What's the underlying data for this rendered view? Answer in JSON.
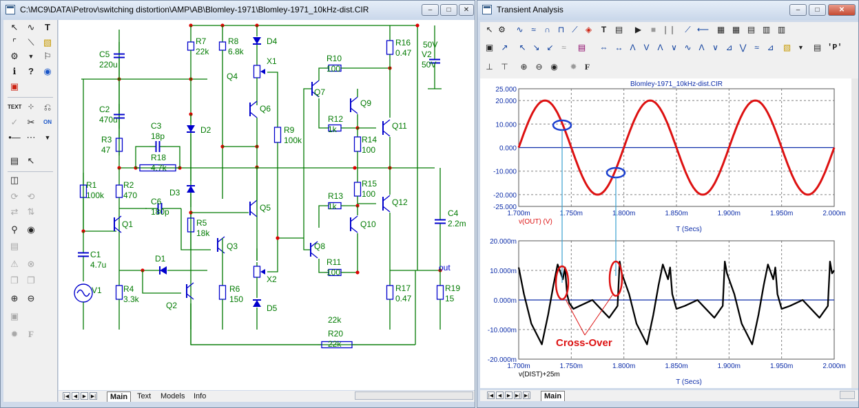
{
  "schematic_window": {
    "title": "C:\\MC9\\DATA\\Petrov\\switching distortion\\AMP\\AB\\Blomley-1971\\Blomley-1971_10kHz-dist.CIR",
    "tabs": [
      "Main",
      "Text",
      "Models",
      "Info"
    ],
    "active_tab": "Main",
    "toolbar_icons": [
      "select-arrow-icon",
      "wire-icon",
      "text-tool-icon",
      "orthogonal-wire-icon",
      "diagonal-wire-icon",
      "component-icon",
      "flag-icon",
      "info-icon",
      "help-icon",
      "help-icon",
      "node-number-icon",
      "text-toggle",
      "node-voltage-icon",
      "pin-connection-icon",
      "probe-icon",
      "cut-icon",
      "paste-icon",
      "pin-icon",
      "grid-icon",
      "add-icon",
      "find-icon",
      "zoom-in-icon",
      "zoom-out-icon",
      "font-icon"
    ]
  },
  "schematic": {
    "components": [
      {
        "ref": "C5",
        "value": "220u"
      },
      {
        "ref": "C2",
        "value": "470u"
      },
      {
        "ref": "R3",
        "value": "47"
      },
      {
        "ref": "C3",
        "value": "18p"
      },
      {
        "ref": "R18",
        "value": "4.7k"
      },
      {
        "ref": "R1",
        "value": "100k"
      },
      {
        "ref": "R2",
        "value": "470"
      },
      {
        "ref": "C6",
        "value": "180p"
      },
      {
        "ref": "C1",
        "value": "4.7u"
      },
      {
        "ref": "V1",
        "value": ""
      },
      {
        "ref": "R4",
        "value": "3.3k"
      },
      {
        "ref": "D1",
        "value": ""
      },
      {
        "ref": "Q1",
        "value": ""
      },
      {
        "ref": "Q2",
        "value": ""
      },
      {
        "ref": "R7",
        "value": "22k"
      },
      {
        "ref": "R8",
        "value": "6.8k"
      },
      {
        "ref": "D4",
        "value": ""
      },
      {
        "ref": "X1",
        "value": ""
      },
      {
        "ref": "Q4",
        "value": ""
      },
      {
        "ref": "Q6",
        "value": ""
      },
      {
        "ref": "D2",
        "value": ""
      },
      {
        "ref": "D3",
        "value": ""
      },
      {
        "ref": "R5",
        "value": "18k"
      },
      {
        "ref": "Q3",
        "value": ""
      },
      {
        "ref": "Q5",
        "value": ""
      },
      {
        "ref": "R6",
        "value": "150"
      },
      {
        "ref": "X2",
        "value": ""
      },
      {
        "ref": "D5",
        "value": ""
      },
      {
        "ref": "R9",
        "value": "100k"
      },
      {
        "ref": "R10",
        "value": "100"
      },
      {
        "ref": "Q7",
        "value": ""
      },
      {
        "ref": "Q9",
        "value": ""
      },
      {
        "ref": "R12",
        "value": "1k"
      },
      {
        "ref": "R14",
        "value": "100"
      },
      {
        "ref": "Q11",
        "value": ""
      },
      {
        "ref": "R16",
        "value": "0.47"
      },
      {
        "ref": "V2",
        "value": "50V"
      },
      {
        "ref": "R15",
        "value": "100"
      },
      {
        "ref": "R13",
        "value": "1k"
      },
      {
        "ref": "Q10",
        "value": ""
      },
      {
        "ref": "Q12",
        "value": ""
      },
      {
        "ref": "Q8",
        "value": ""
      },
      {
        "ref": "R11",
        "value": "100"
      },
      {
        "ref": "R17",
        "value": "0.47"
      },
      {
        "ref": "R19",
        "value": "15"
      },
      {
        "ref": "C4",
        "value": "2.2m"
      },
      {
        "ref": "R20",
        "value": "22k"
      }
    ],
    "net_labels": [
      "out"
    ]
  },
  "analysis_window": {
    "title": "Transient Analysis",
    "tabs": [
      "Main"
    ],
    "active_tab": "Main",
    "toolbar_letters": [
      "T",
      "F",
      "'P'"
    ],
    "plot_title": "Blomley-1971_10kHz-dist.CIR",
    "annotation": "Cross-Over",
    "colors": {
      "out_trace": "#dd1111",
      "dist_trace": "#000000",
      "axis": "#0a2ba8",
      "marker": "#dd1111",
      "ellipse": "#1a3fd0"
    }
  },
  "chart_data": [
    {
      "type": "line",
      "ylabel": "v(OUT) (V)",
      "xlabel": "T (Secs)",
      "x_ticks": [
        "1.700m",
        "1.750m",
        "1.800m",
        "1.850m",
        "1.900m",
        "1.950m",
        "2.000m"
      ],
      "y_ticks": [
        "25.000",
        "20.000",
        "10.000",
        "0.000",
        "-10.000",
        "-20.000",
        "-25.000"
      ],
      "xlim": [
        0.0017,
        0.002
      ],
      "ylim": [
        -25,
        25
      ],
      "grid": true,
      "series": [
        {
          "name": "v(OUT) (V)",
          "amplitude": 20,
          "frequency_hz": 10000,
          "phase_start_s": 0.0017
        }
      ]
    },
    {
      "type": "line",
      "ylabel": "v(DIST)+25m",
      "xlabel": "T (Secs)",
      "x_ticks": [
        "1.700m",
        "1.750m",
        "1.800m",
        "1.850m",
        "1.900m",
        "1.950m",
        "2.000m"
      ],
      "y_ticks": [
        "20.000m",
        "10.000m",
        "0.000m",
        "-10.000m",
        "-20.000m"
      ],
      "xlim": [
        0.0017,
        0.002
      ],
      "ylim": [
        -0.02,
        0.02
      ],
      "grid": true,
      "series": [
        {
          "name": "v(DIST)+25m",
          "x_ms": [
            1.7,
            1.705,
            1.712,
            1.722,
            1.728,
            1.733,
            1.737,
            1.74,
            1.742,
            1.744,
            1.746,
            1.748,
            1.752,
            1.758,
            1.764,
            1.77,
            1.778,
            1.786,
            1.79,
            1.792,
            1.794,
            1.796,
            1.798,
            1.805,
            1.812,
            1.822,
            1.828,
            1.833,
            1.837,
            1.84,
            1.842,
            1.844,
            1.846,
            1.85,
            1.858,
            1.864,
            1.87,
            1.878,
            1.886,
            1.89,
            1.892,
            1.894,
            1.896,
            1.898,
            1.905,
            1.912,
            1.922,
            1.928,
            1.933,
            1.937,
            1.94,
            1.942,
            1.944,
            1.946,
            1.95,
            1.958,
            1.964,
            1.97,
            1.978,
            1.986,
            1.99,
            1.992,
            1.994,
            1.996,
            1.998,
            2.0
          ],
          "y_mv": [
            11,
            2,
            -8,
            -15,
            -5,
            5,
            12,
            9,
            7,
            11,
            2,
            -1,
            -3,
            -2,
            -1,
            0,
            -3,
            -6,
            -4,
            -3,
            -2,
            13,
            9,
            2,
            -8,
            -15,
            -5,
            5,
            12,
            9,
            7,
            11,
            2,
            -3,
            -2,
            -1,
            0,
            -3,
            -6,
            -4,
            -3,
            -2,
            13,
            9,
            2,
            -8,
            -15,
            -5,
            5,
            12,
            9,
            7,
            11,
            2,
            -3,
            -2,
            -1,
            0,
            -3,
            -6,
            -4,
            -3,
            -2,
            13,
            9,
            10
          ]
        }
      ]
    }
  ]
}
